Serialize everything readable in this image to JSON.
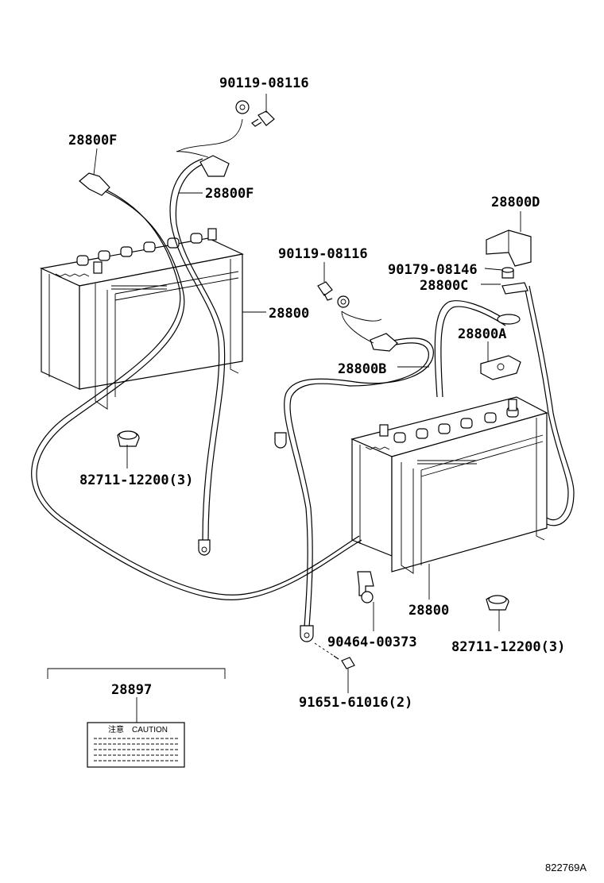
{
  "labels": {
    "bolt_top": "90119-08116",
    "cable_f_left": "28800F",
    "cable_f_right": "28800F",
    "battery_left": "28800",
    "bolt_mid": "90119-08116",
    "cover_d": "28800D",
    "nut_c": "90179-08146",
    "cable_c": "28800C",
    "terminal_a": "28800A",
    "cable_b": "28800B",
    "holder_left": "82711-12200",
    "holder_left_qty": "(3)",
    "battery_right": "28800",
    "clamp": "90464-00373",
    "holder_right": "82711-12200",
    "holder_right_qty": "(3)",
    "screw": "91651-61016",
    "screw_qty": "(2)",
    "caution_label": "28897",
    "caution_text": "注意　CAUTION",
    "drawing_id": "822769A"
  }
}
